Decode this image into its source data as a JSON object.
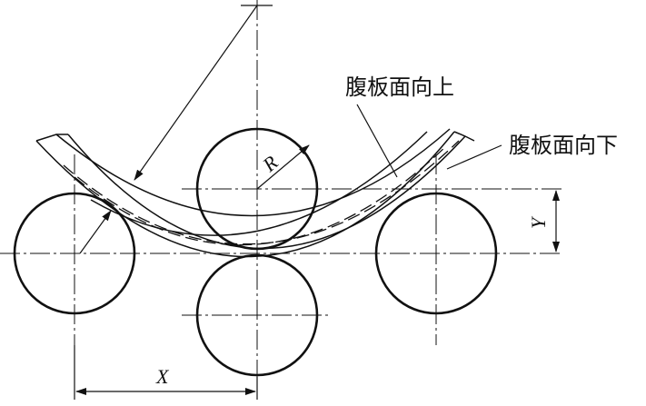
{
  "labels": {
    "web_up": "腹板面向上",
    "web_down": "腹板面向下",
    "radius": "R",
    "offset_y": "Y",
    "offset_x": "X"
  },
  "colors": {
    "line": "#111111",
    "background": "#ffffff"
  }
}
